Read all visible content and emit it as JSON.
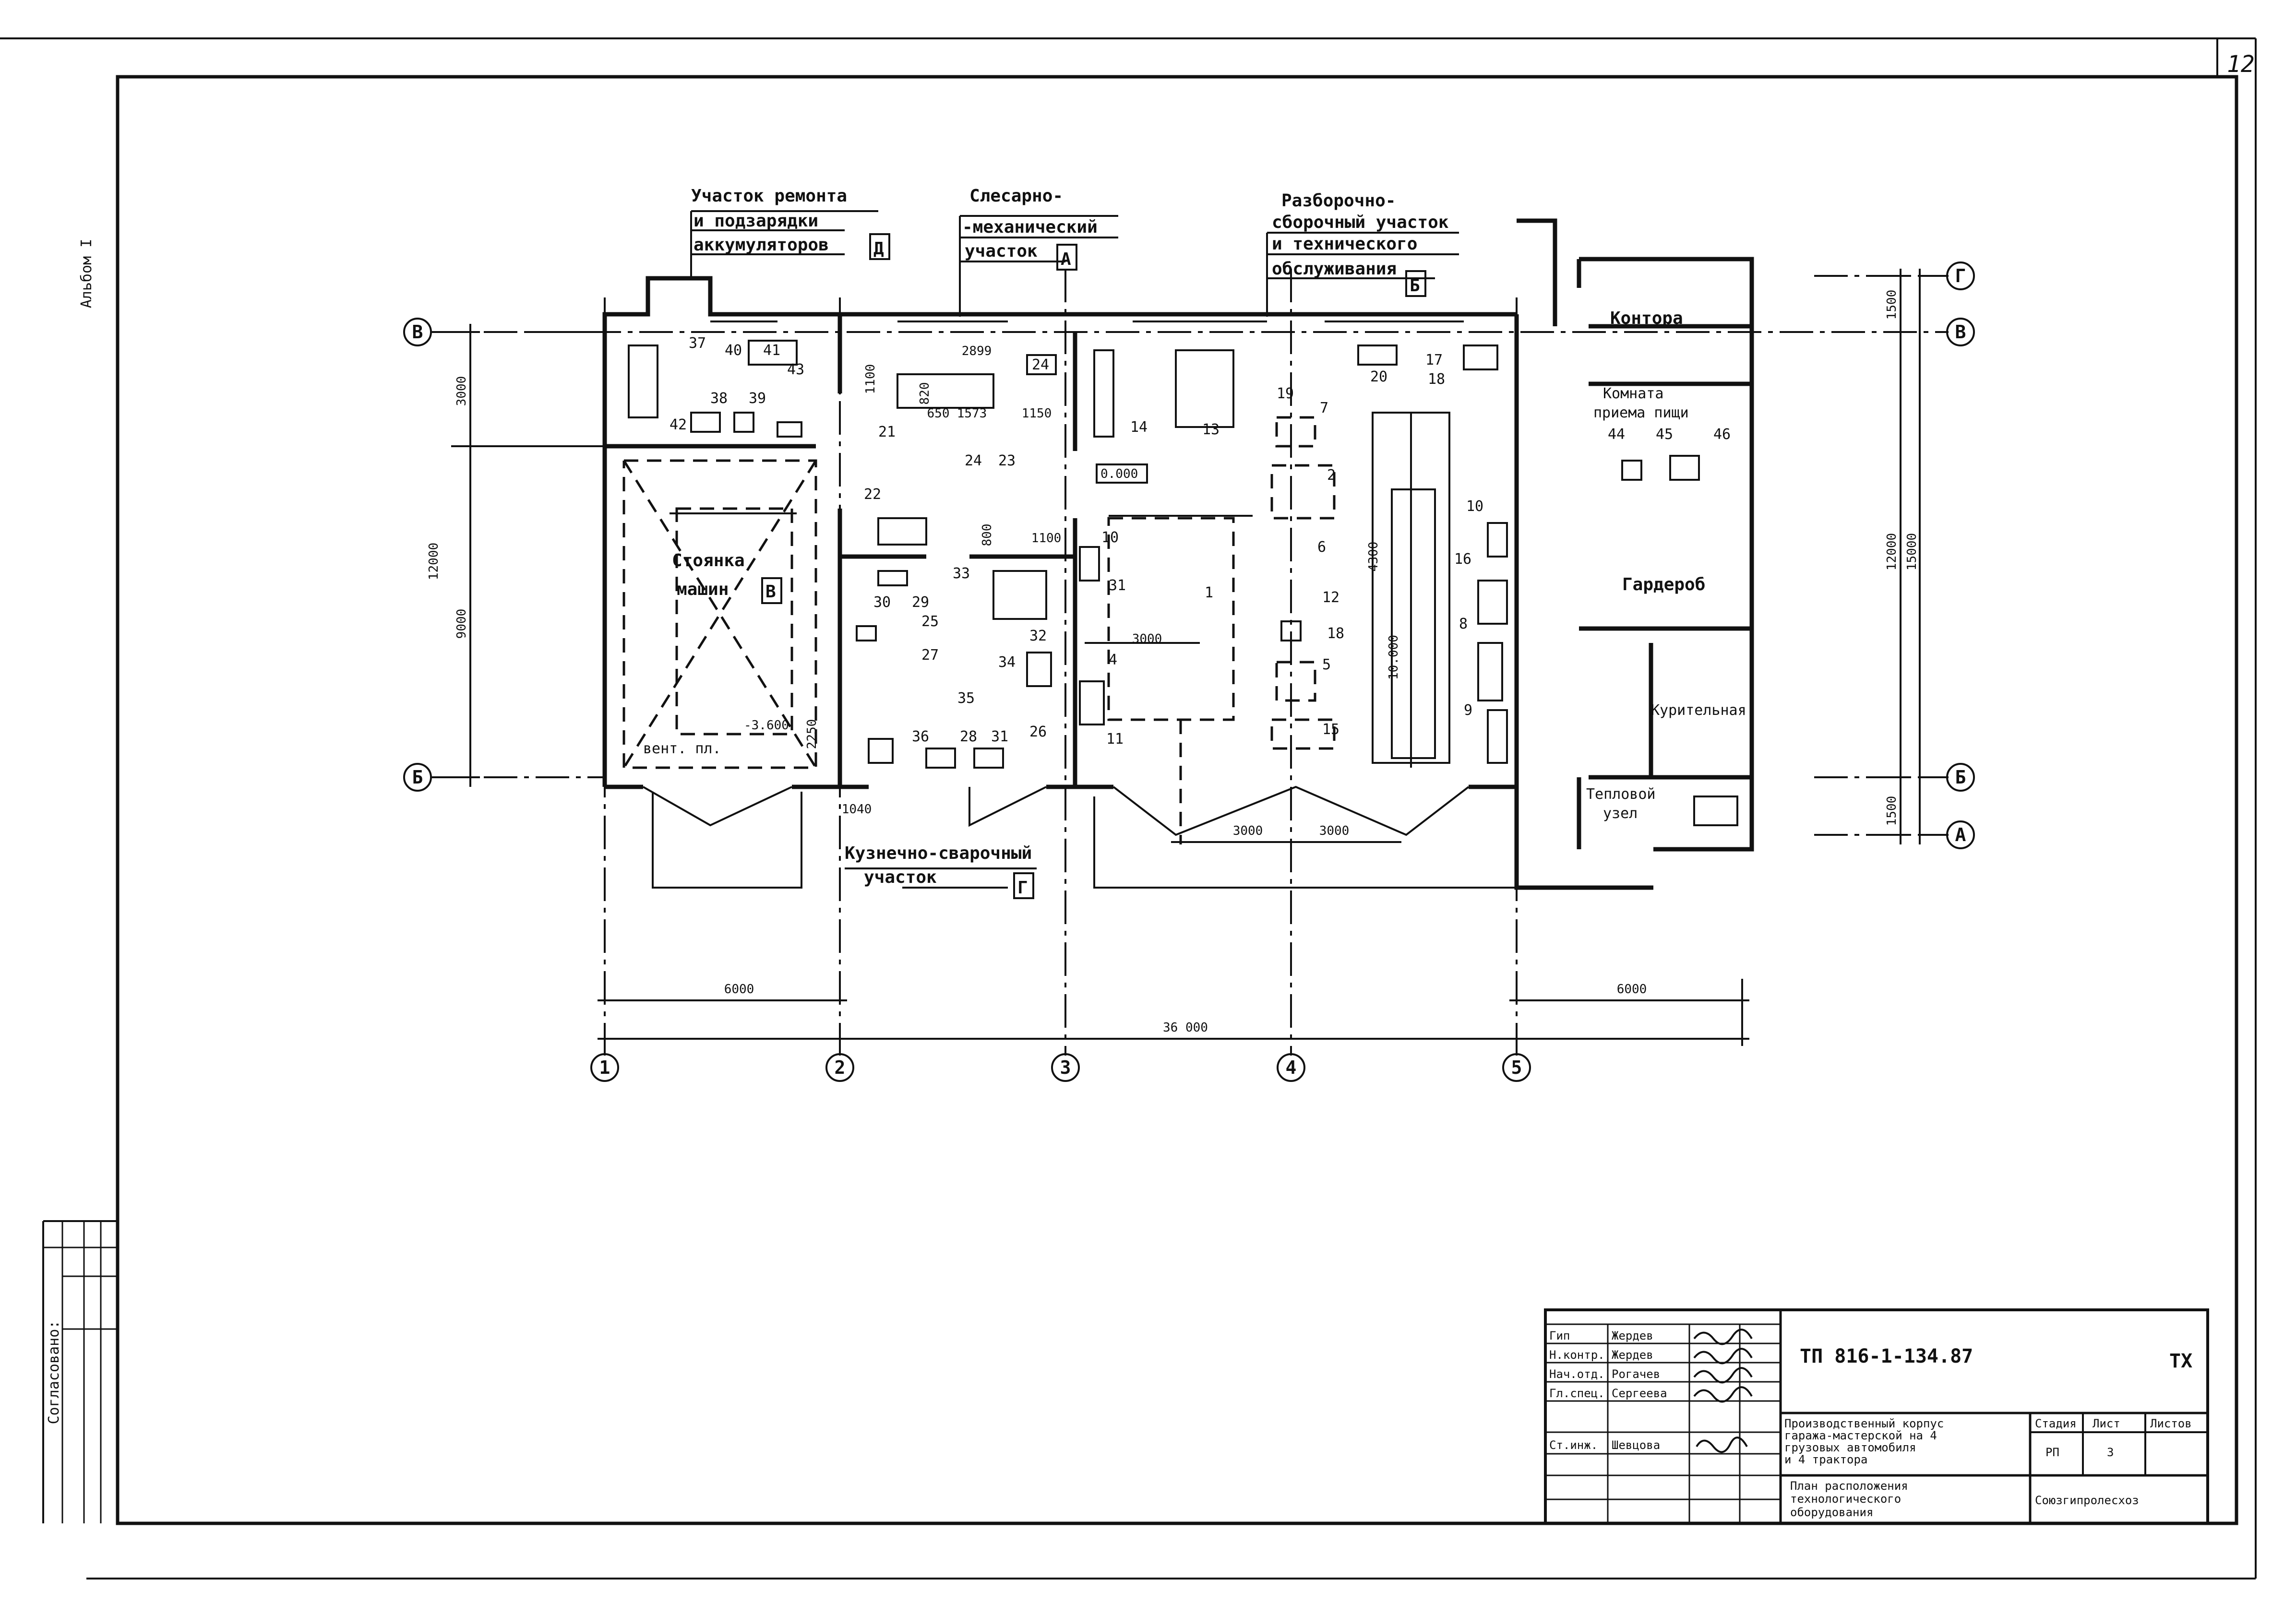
{
  "sheet": {
    "page_number": "12",
    "album": "Альбом I",
    "agreed": "Согласовано:"
  },
  "zones": {
    "battery": [
      "Участок ремонта",
      "и подзарядки",
      "аккумуляторов"
    ],
    "battery_letter": "Д",
    "mechanical": [
      "Слесарно-",
      "-механический",
      "участок"
    ],
    "mechanical_letter": "А",
    "assembly": [
      "Разборочно-",
      "сборочный участок",
      "и технического",
      "обслуживания"
    ],
    "assembly_letter": "Б",
    "forge": [
      "Кузнечно-сварочный",
      "участок"
    ],
    "forge_letter": "Г",
    "parking": [
      "Стоянка",
      "машин"
    ],
    "parking_letter": "В"
  },
  "rooms": {
    "office": "Контора",
    "meal": [
      "Комната",
      "приема пищи"
    ],
    "wardrobe": "Гардероб",
    "smoking": "Курительная",
    "heat": [
      "Тепловой",
      "узел"
    ]
  },
  "axes": {
    "vertical": [
      "1",
      "2",
      "3",
      "4",
      "5"
    ],
    "horizontal": [
      "В",
      "Б",
      "Г",
      "В",
      "Б",
      "А"
    ]
  },
  "dimensions": {
    "d3000": "3000",
    "d9000": "9000",
    "d12000": "12000",
    "d15000": "15000",
    "d1500": "1500",
    "d6000": "6000",
    "d5000": "6000",
    "d36000": "36 000",
    "d2899": "2899",
    "d1100": "1100",
    "d1150": "1150",
    "d650": "650",
    "d1573": "1573",
    "d1040": "1040",
    "d2250": "2250",
    "d1500b": "1500",
    "d900": "800",
    "d820": "820",
    "d4300": "4300",
    "d10000": "10.000",
    "level0": "0.000",
    "level1": "-3.600",
    "vent": "вент. пл.",
    "d3000b": "3000",
    "d3000c": "3000"
  },
  "equipment": [
    "37",
    "40",
    "41",
    "43",
    "42",
    "38",
    "39",
    "21",
    "24",
    "22",
    "23",
    "24",
    "33",
    "30",
    "29",
    "25",
    "27",
    "35",
    "36",
    "28",
    "31",
    "32",
    "34",
    "26",
    "14",
    "13",
    "10",
    "31",
    "1",
    "4",
    "11",
    "19",
    "20",
    "17",
    "18",
    "7",
    "2",
    "6",
    "12",
    "18",
    "5",
    "15",
    "16",
    "8",
    "9",
    "10",
    "44",
    "45",
    "46"
  ],
  "title_block": {
    "roles": [
      "Гип",
      "Н.контр.",
      "Нач.отд.",
      "Гл.спец.",
      "Ст.инж."
    ],
    "names": [
      "Жердев",
      "Жердев",
      "Рогачев",
      "Сергеева",
      "Шевцова"
    ],
    "code": "ТП  816-1-134.87",
    "mark": "ТХ",
    "object": [
      "Производственный корпус",
      "гаража-мастерской на 4",
      "грузовых автомобиля",
      "и 4 трактора"
    ],
    "sheet_title": [
      "План расположения",
      "технологического",
      "оборудования"
    ],
    "stage_hdr": "Стадия",
    "sheet_hdr": "Лист",
    "sheets_hdr": "Листов",
    "stage": "РП",
    "sheet_no": "3",
    "org": "Союзгипролесхоз"
  }
}
